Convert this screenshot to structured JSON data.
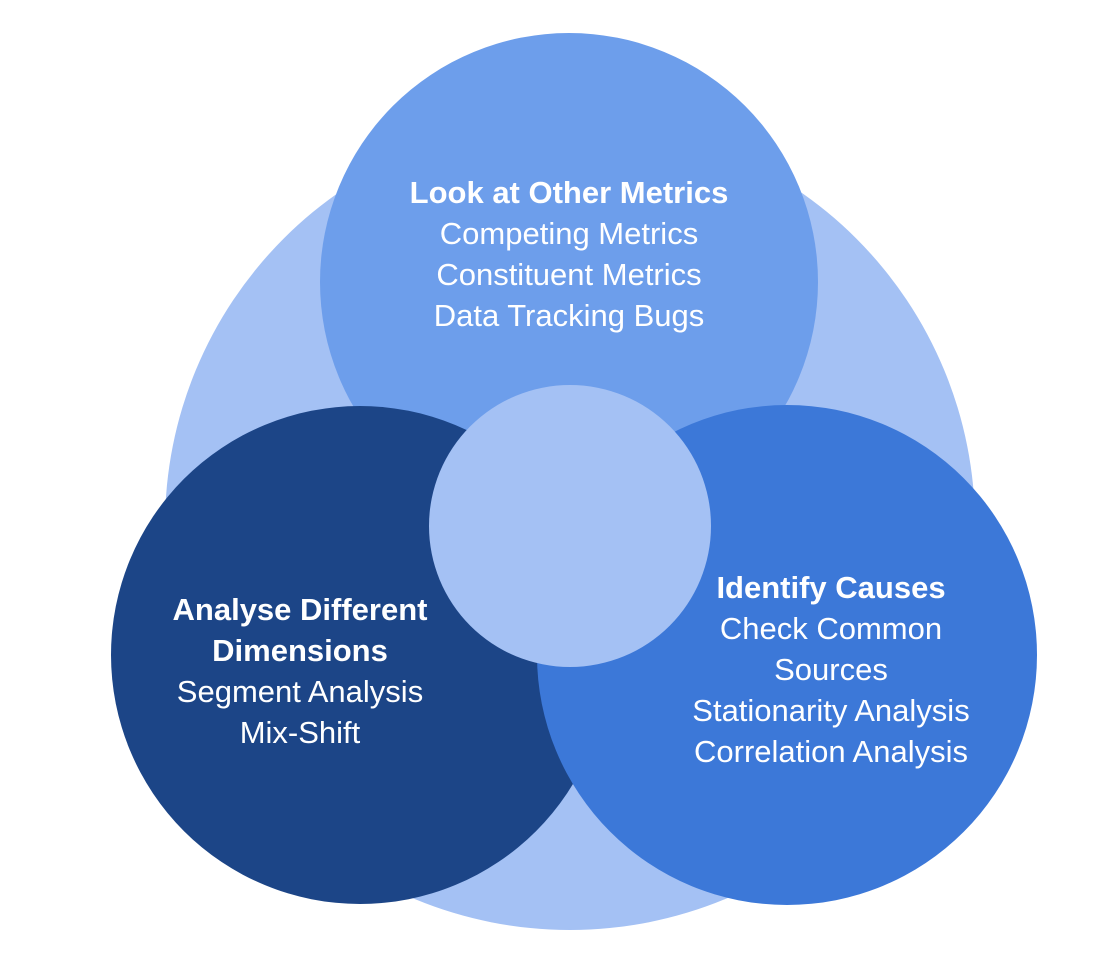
{
  "colors": {
    "outer_circle": "#a4c1f4",
    "top_circle": "#6d9eeb",
    "left_circle": "#1c4587",
    "right_circle": "#3c78d8",
    "center_circle": "#a4c1f4",
    "text": "#ffffff"
  },
  "sections": {
    "top": {
      "heading": "Look at Other Metrics",
      "items": [
        "Competing Metrics",
        "Constituent Metrics",
        "Data Tracking Bugs"
      ]
    },
    "left": {
      "heading_lines": [
        "Analyse Different",
        "Dimensions"
      ],
      "items": [
        "Segment Analysis",
        "Mix-Shift"
      ]
    },
    "right": {
      "heading": "Identify Causes",
      "items": [
        "Check Common",
        "Sources",
        "Stationarity Analysis",
        "Correlation Analysis"
      ]
    }
  }
}
